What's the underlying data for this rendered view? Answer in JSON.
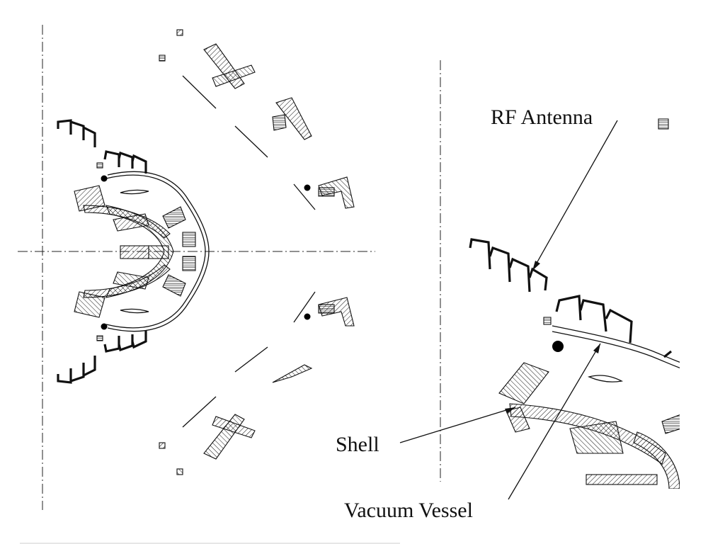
{
  "labels": {
    "rf_antenna": "RF Antenna",
    "shell": "Shell",
    "vacuum_vessel": "Vacuum Vessel"
  },
  "colors": {
    "ink": "#111111",
    "background": "#ffffff"
  }
}
